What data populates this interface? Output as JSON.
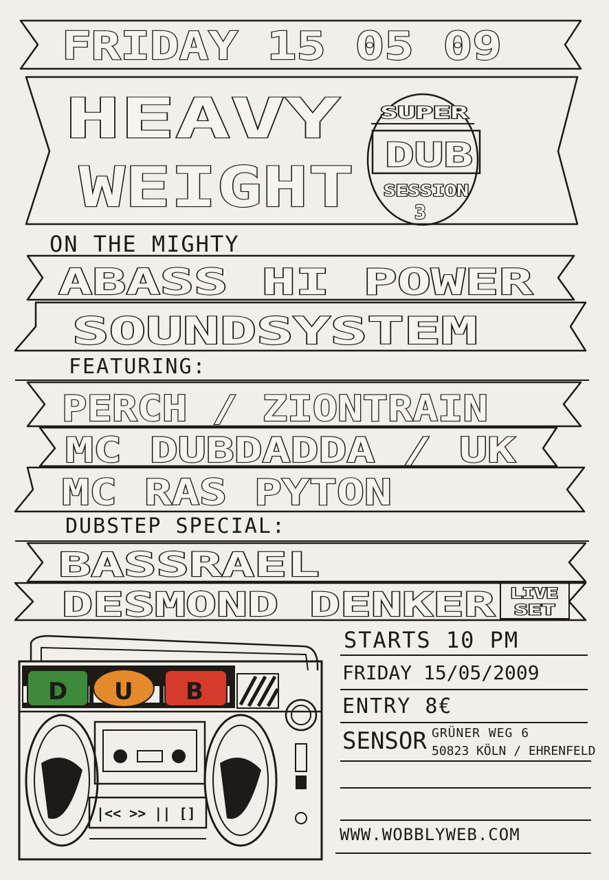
{
  "header": {
    "date_banner": "FRIDAY 15 05 09"
  },
  "title": {
    "main_line1": "HEAVY",
    "main_line2": "WEIGHT",
    "badge_top": "SUPER",
    "badge_mid": "DUB",
    "badge_bottom": "SESSION",
    "badge_number": "3"
  },
  "intro": {
    "on_the_mighty": "ON THE MIGHTY",
    "soundsystem_line1": "ABASS HI POWER",
    "soundsystem_line2": "SOUNDSYSTEM"
  },
  "featuring": {
    "label": "FEATURING:",
    "artists": [
      "PERCH / ZIONTRAIN",
      "MC DUBDADDA / UK",
      "MC RAS PYTON"
    ]
  },
  "dubstep": {
    "label": "DUBSTEP SPECIAL:",
    "artists": [
      "BASSRAEL",
      "DESMOND DENKER"
    ],
    "live_note_1": "LIVE",
    "live_note_2": "SET"
  },
  "boombox": {
    "letters": [
      "D",
      "U",
      "B"
    ],
    "colors": {
      "d": "#3d8a3a",
      "u": "#e48a2a",
      "b": "#d63a2a"
    },
    "controls": "|<< >> || []"
  },
  "info": {
    "starts": "STARTS 10 PM",
    "day": "FRIDAY 15/05/2009",
    "entry": "ENTRY 8€",
    "venue": "SENSOR",
    "address1": "GRÜNER WEG 6",
    "address2": "50823 KÖLN / EHRENFELD",
    "url": "WWW.WOBBLYWEB.COM"
  }
}
